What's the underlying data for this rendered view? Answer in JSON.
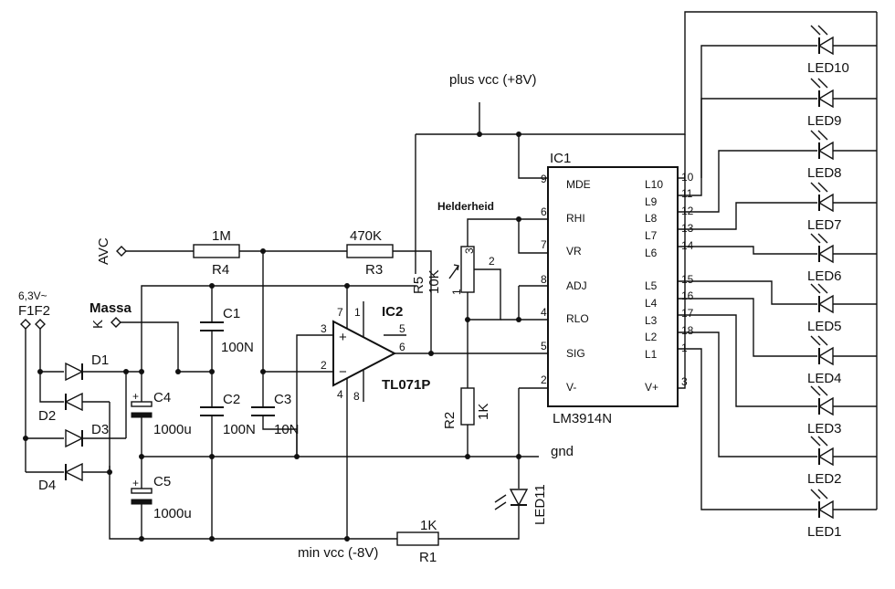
{
  "labels": {
    "plus_vcc": "plus vcc (+8V)",
    "min_vcc": "min vcc (-8V)",
    "gnd": "gnd",
    "avc": "AVC",
    "massa": "Massa",
    "k": "K",
    "ac_in": "6,3V~",
    "f1f2": "F1F2",
    "helderheid": "Helderheid"
  },
  "resistors": {
    "r4": {
      "name": "R4",
      "value": "1M"
    },
    "r3": {
      "name": "R3",
      "value": "470K"
    },
    "r5": {
      "name": "R5",
      "value": "10K"
    },
    "r2": {
      "name": "R2",
      "value": "1K"
    },
    "r1": {
      "name": "R1",
      "value": "1K"
    }
  },
  "capacitors": {
    "c1": {
      "name": "C1",
      "value": "100N"
    },
    "c2": {
      "name": "C2",
      "value": "100N"
    },
    "c3": {
      "name": "C3",
      "value": "10N"
    },
    "c4": {
      "name": "C4",
      "value": "1000u"
    },
    "c5": {
      "name": "C5",
      "value": "1000u"
    }
  },
  "diodes": [
    "D1",
    "D2",
    "D3",
    "D4"
  ],
  "opamp": {
    "name": "IC2",
    "part": "TL071P",
    "pins": {
      "p1": "1",
      "p2": "2",
      "p3": "3",
      "p4": "4",
      "p5": "5",
      "p6": "6",
      "p7": "7",
      "p8": "8"
    },
    "plus": "+",
    "minus": "−"
  },
  "ic1": {
    "name": "IC1",
    "part": "LM3914N",
    "left_pins": [
      {
        "num": "9",
        "label": "MDE"
      },
      {
        "num": "6",
        "label": "RHI"
      },
      {
        "num": "7",
        "label": "VR"
      },
      {
        "num": "8",
        "label": "ADJ"
      },
      {
        "num": "4",
        "label": "RLO"
      },
      {
        "num": "5",
        "label": "SIG"
      },
      {
        "num": "2",
        "label": "V-"
      }
    ],
    "right_pins": [
      {
        "num": "10",
        "label": "L10"
      },
      {
        "num": "11",
        "label": "L9"
      },
      {
        "num": "12",
        "label": "L8"
      },
      {
        "num": "13",
        "label": "L7"
      },
      {
        "num": "14",
        "label": "L6"
      },
      {
        "num": "15",
        "label": "L5"
      },
      {
        "num": "16",
        "label": "L4"
      },
      {
        "num": "17",
        "label": "L3"
      },
      {
        "num": "18",
        "label": "L2"
      },
      {
        "num": "1",
        "label": "L1"
      },
      {
        "num": "3",
        "label": "V+"
      }
    ]
  },
  "pot_pins": {
    "p1": "1",
    "p2": "2",
    "p3": "3"
  },
  "leds": [
    "LED10",
    "LED9",
    "LED8",
    "LED7",
    "LED6",
    "LED5",
    "LED4",
    "LED3",
    "LED2",
    "LED1"
  ],
  "led11": "LED11",
  "cap_polarity": "+"
}
